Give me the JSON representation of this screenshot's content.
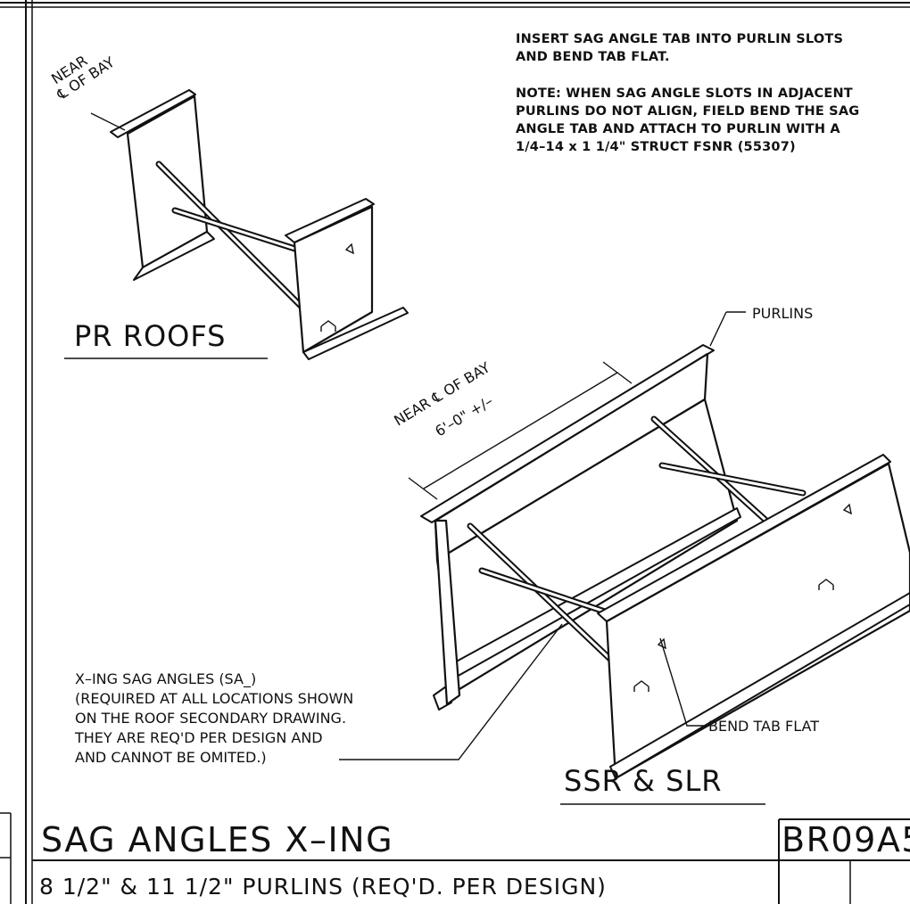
{
  "notes": {
    "insert_line1": "INSERT SAG ANGLE TAB INTO PURLIN SLOTS",
    "insert_line2": "AND BEND TAB FLAT.",
    "note_line1": "NOTE: WHEN SAG ANGLE SLOTS IN ADJACENT",
    "note_line2": "PURLINS DO NOT ALIGN, FIELD BEND THE SAG",
    "note_line3": "ANGLE TAB AND ATTACH TO PURLIN WITH A",
    "note_line4": "1/4–14 x 1 1/4\" STRUCT FSNR (55307)"
  },
  "pr_detail": {
    "near_label": "NEAR",
    "bay_label": "℄ OF BAY",
    "caption": "PR ROOFS"
  },
  "ssr_detail": {
    "purlins_label": "PURLINS",
    "near_bay_label": "NEAR ℄ OF BAY",
    "dimension_label": "6'–0\" +/–",
    "bend_tab_label": "BEND TAB FLAT",
    "caption": "SSR & SLR"
  },
  "callout": {
    "line1": "X–ING SAG ANGLES (SA_)",
    "line2": "(REQUIRED AT ALL LOCATIONS SHOWN",
    "line3": "ON THE ROOF SECONDARY DRAWING.",
    "line4": "THEY ARE REQ'D PER DESIGN AND",
    "line5": "AND CANNOT BE OMITED.)"
  },
  "title_block": {
    "title": "SAG ANGLES X–ING",
    "subtitle": "8 1/2\" & 11 1/2\" PURLINS (REQ'D. PER DESIGN)",
    "drawing_number": "BR09A5"
  }
}
